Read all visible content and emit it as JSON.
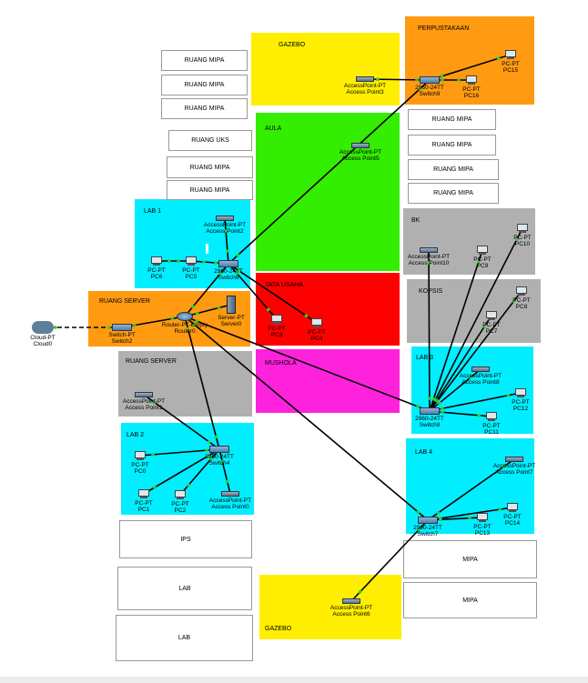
{
  "colors": {
    "yellow": "#ffee00",
    "orange": "#ff9a11",
    "green": "#33ee00",
    "cyan": "#00eeff",
    "gray": "#b0b0b0",
    "red": "#ff0000",
    "magenta": "#ff22dd",
    "link": "#000000",
    "link_port": "#33cc33"
  },
  "areas": [
    {
      "id": "gazebo-top",
      "label": "GAZEBO",
      "color": "yellow"
    },
    {
      "id": "perpustakaan",
      "label": "PERPUSTAKAAN",
      "color": "orange"
    },
    {
      "id": "aula",
      "label": "AULA",
      "color": "green"
    },
    {
      "id": "lab1",
      "label": "LAB 1",
      "color": "cyan"
    },
    {
      "id": "ruang-server-orange",
      "label": "RUANG SERVER",
      "color": "orange"
    },
    {
      "id": "tata-usaha",
      "label": "TATA USAHA",
      "color": "red"
    },
    {
      "id": "musholla",
      "label": "MUSHOLA",
      "color": "magenta"
    },
    {
      "id": "ruang-server-gray",
      "label": "RUANG SERVER",
      "color": "gray"
    },
    {
      "id": "lab2",
      "label": "LAB 2",
      "color": "cyan"
    },
    {
      "id": "bk",
      "label": "BK",
      "color": "gray"
    },
    {
      "id": "kopsis",
      "label": "KOPSIS",
      "color": "gray"
    },
    {
      "id": "lab3",
      "label": "LAB 3",
      "color": "cyan"
    },
    {
      "id": "lab4",
      "label": "LAB 4",
      "color": "cyan"
    },
    {
      "id": "gazebo-bottom",
      "label": "GAZEBO",
      "color": "yellow"
    }
  ],
  "rooms": [
    {
      "id": "rm1",
      "label": "RUANG MIPA"
    },
    {
      "id": "rm2",
      "label": "RUANG MIPA"
    },
    {
      "id": "rm3",
      "label": "RUANG MIPA"
    },
    {
      "id": "uks",
      "label": "RUANG UKS"
    },
    {
      "id": "rm4",
      "label": "RUANG MIPA"
    },
    {
      "id": "rm5",
      "label": "RUANG MIPA"
    },
    {
      "id": "rm6",
      "label": "RUANG MIPA"
    },
    {
      "id": "rm7",
      "label": "RUANG MIPA"
    },
    {
      "id": "rm8",
      "label": "RUANG MIPA"
    },
    {
      "id": "rm9",
      "label": "RUANG MIPA"
    },
    {
      "id": "ips",
      "label": "IPS"
    },
    {
      "id": "lab-a",
      "label": "LAB"
    },
    {
      "id": "lab-b",
      "label": "LAB"
    },
    {
      "id": "mipa1",
      "label": "MIPA"
    },
    {
      "id": "mipa2",
      "label": "MIPA"
    }
  ],
  "devices": [
    {
      "id": "ap3",
      "type": "ap",
      "model": "AccessPoint-PT",
      "name": "Access Point3"
    },
    {
      "id": "sw9",
      "type": "sw",
      "model": "2960-24TT",
      "name": "Switch9"
    },
    {
      "id": "pc15",
      "type": "pc",
      "model": "PC-PT",
      "name": "PC15"
    },
    {
      "id": "pc16",
      "type": "pc",
      "model": "PC-PT",
      "name": "PC16"
    },
    {
      "id": "ap5",
      "type": "ap",
      "model": "AccessPoint-PT",
      "name": "Access Point5"
    },
    {
      "id": "ap2",
      "type": "ap",
      "model": "AccessPoint-PT",
      "name": "Access Point2"
    },
    {
      "id": "pc6",
      "type": "pc",
      "model": "PC-PT",
      "name": "PC6"
    },
    {
      "id": "pc5",
      "type": "pc",
      "model": "PC-PT",
      "name": "PC5"
    },
    {
      "id": "sw6",
      "type": "sw",
      "model": "2960-24TT",
      "name": "Switch6"
    },
    {
      "id": "cloud0",
      "type": "cl",
      "model": "Cloud-PT",
      "name": "Cloud0"
    },
    {
      "id": "sw2",
      "type": "sw",
      "model": "Switch-PT",
      "name": "Switch2"
    },
    {
      "id": "router0",
      "type": "rt",
      "model": "Router-PT-Empty",
      "name": "Router0"
    },
    {
      "id": "server0",
      "type": "sv",
      "model": "Server-PT",
      "name": "Server0"
    },
    {
      "id": "pc3",
      "type": "pc",
      "model": "PC-PT",
      "name": "PC3"
    },
    {
      "id": "pc4",
      "type": "pc",
      "model": "PC-PT",
      "name": "PC4"
    },
    {
      "id": "ap1",
      "type": "ap",
      "model": "AccessPoint-PT",
      "name": "Access Point1"
    },
    {
      "id": "sw4",
      "type": "sw",
      "model": "2960-24TT",
      "name": "Switch4"
    },
    {
      "id": "pc0",
      "type": "pc",
      "model": "PC-PT",
      "name": "PC0"
    },
    {
      "id": "pc1",
      "type": "pc",
      "model": "PC-PT",
      "name": "PC1"
    },
    {
      "id": "pc2",
      "type": "pc",
      "model": "PC-PT",
      "name": "PC2"
    },
    {
      "id": "ap0",
      "type": "ap",
      "model": "AccessPoint-PT",
      "name": "Access Point0"
    },
    {
      "id": "ap10",
      "type": "ap",
      "model": "AccessPoint-PT",
      "name": "Access Point10"
    },
    {
      "id": "pc9",
      "type": "pc",
      "model": "PC-PT",
      "name": "PC9"
    },
    {
      "id": "pc10",
      "type": "pc",
      "model": "PC-PT",
      "name": "PC10"
    },
    {
      "id": "pc8",
      "type": "pc",
      "model": "PC-PT",
      "name": "PC8"
    },
    {
      "id": "pc7",
      "type": "pc",
      "model": "PC-PT",
      "name": "PC7"
    },
    {
      "id": "ap8",
      "type": "ap",
      "model": "AccessPoint-PT",
      "name": "Access Point8"
    },
    {
      "id": "sw8",
      "type": "sw",
      "model": "2960-24TT",
      "name": "Switch8"
    },
    {
      "id": "pc12",
      "type": "pc",
      "model": "PC-PT",
      "name": "PC12"
    },
    {
      "id": "pc11",
      "type": "pc",
      "model": "PC-PT",
      "name": "PC11"
    },
    {
      "id": "ap7",
      "type": "ap",
      "model": "AccessPoint-PT",
      "name": "Access Point7"
    },
    {
      "id": "sw7",
      "type": "sw",
      "model": "2960-24TT",
      "name": "Switch7"
    },
    {
      "id": "pc14",
      "type": "pc",
      "model": "PC-PT",
      "name": "PC14"
    },
    {
      "id": "pc13",
      "type": "pc",
      "model": "PC-PT",
      "name": "PC13"
    },
    {
      "id": "ap6",
      "type": "ap",
      "model": "AccessPoint-PT",
      "name": "Access Point6"
    }
  ],
  "links": [
    {
      "from": "cloud0",
      "to": "sw2",
      "style": "dashed"
    },
    {
      "from": "sw2",
      "to": "router0",
      "style": "solid"
    },
    {
      "from": "router0",
      "to": "server0",
      "style": "solid"
    },
    {
      "from": "router0",
      "to": "sw6",
      "style": "solid"
    },
    {
      "from": "router0",
      "to": "sw4",
      "style": "solid"
    },
    {
      "from": "router0",
      "to": "sw8",
      "style": "solid"
    },
    {
      "from": "router0",
      "to": "sw7",
      "style": "solid"
    },
    {
      "from": "sw6",
      "to": "sw9",
      "style": "solid"
    },
    {
      "from": "sw6",
      "to": "ap2",
      "style": "solid"
    },
    {
      "from": "sw6",
      "to": "pc5",
      "style": "solid"
    },
    {
      "from": "sw6",
      "to": "pc3",
      "style": "solid"
    },
    {
      "from": "sw6",
      "to": "pc4",
      "style": "solid"
    },
    {
      "from": "sw9",
      "to": "ap3",
      "style": "solid"
    },
    {
      "from": "sw9",
      "to": "pc15",
      "style": "solid"
    },
    {
      "from": "sw9",
      "to": "pc16",
      "style": "solid"
    },
    {
      "from": "pc6",
      "to": "pc5",
      "style": "solid"
    },
    {
      "from": "sw4",
      "to": "ap1",
      "style": "solid"
    },
    {
      "from": "sw4",
      "to": "pc0",
      "style": "solid"
    },
    {
      "from": "sw4",
      "to": "pc1",
      "style": "solid"
    },
    {
      "from": "sw4",
      "to": "pc2",
      "style": "solid"
    },
    {
      "from": "sw4",
      "to": "ap0",
      "style": "solid"
    },
    {
      "from": "sw8",
      "to": "ap10",
      "style": "solid"
    },
    {
      "from": "sw8",
      "to": "pc9",
      "style": "solid"
    },
    {
      "from": "sw8",
      "to": "pc10",
      "style": "solid"
    },
    {
      "from": "sw8",
      "to": "pc8",
      "style": "solid"
    },
    {
      "from": "sw8",
      "to": "pc7",
      "style": "solid"
    },
    {
      "from": "sw8",
      "to": "ap8",
      "style": "solid"
    },
    {
      "from": "sw8",
      "to": "pc12",
      "style": "solid"
    },
    {
      "from": "sw8",
      "to": "pc11",
      "style": "solid"
    },
    {
      "from": "sw7",
      "to": "ap7",
      "style": "solid"
    },
    {
      "from": "sw7",
      "to": "pc14",
      "style": "solid"
    },
    {
      "from": "sw7",
      "to": "pc13",
      "style": "solid"
    },
    {
      "from": "sw7",
      "to": "ap6",
      "style": "solid"
    }
  ]
}
